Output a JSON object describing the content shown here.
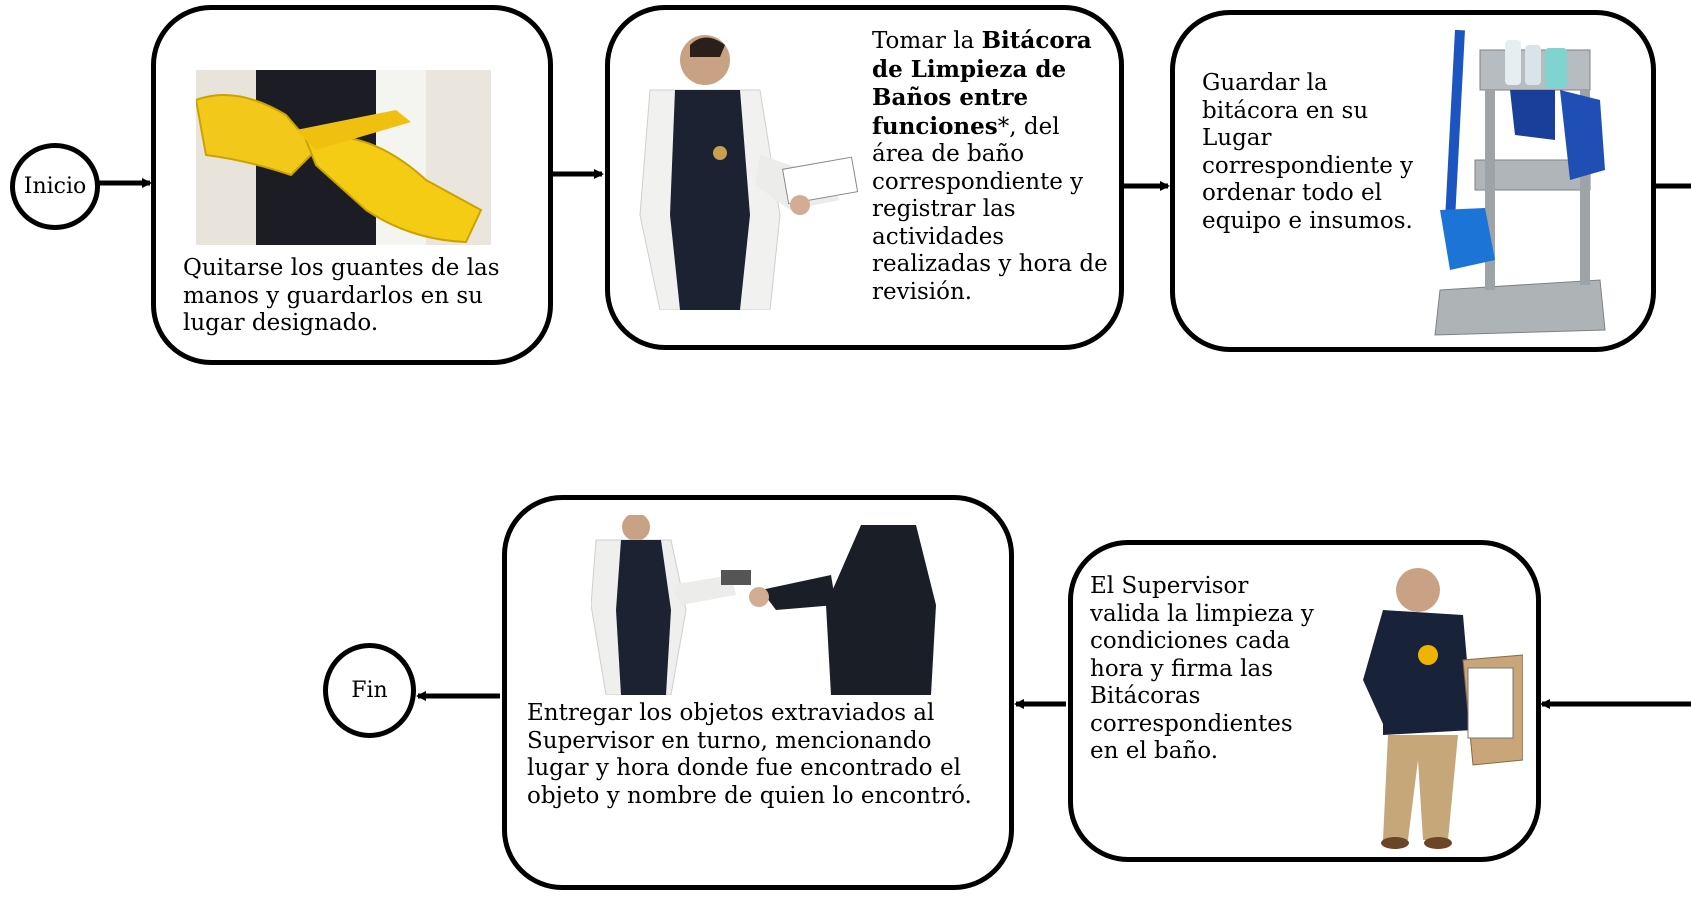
{
  "start": {
    "label": "Inicio"
  },
  "end": {
    "label": "Fin"
  },
  "steps": [
    {
      "text": "Quitarse los  guantes de las  manos y guardarlos en su lugar designado.",
      "icon": "yellow-gloves-photo"
    },
    {
      "pre": "Tomar la ",
      "bold": "Bitácora de Limpieza de Baños entre funciones",
      "post": "*, del área de baño correspondiente y registrar las actividades realizadas y hora de revisión.",
      "icon": "worker-holding-log-photo"
    },
    {
      "text": "Guardar la bitácora en su Lugar correspondiente y ordenar todo el equipo e insumos.",
      "icon": "cleaning-cart-photo"
    },
    {
      "text": "El Supervisor valida la limpieza y condiciones cada hora y firma las Bitácoras correspondientes en el baño.",
      "icon": "supervisor-signing-photo"
    },
    {
      "text": "Entregar los objetos extraviados al Supervisor en turno, mencionando lugar y hora donde fue encontrado el objeto y nombre de quien lo encontró.",
      "icon": "handover-photo"
    }
  ]
}
